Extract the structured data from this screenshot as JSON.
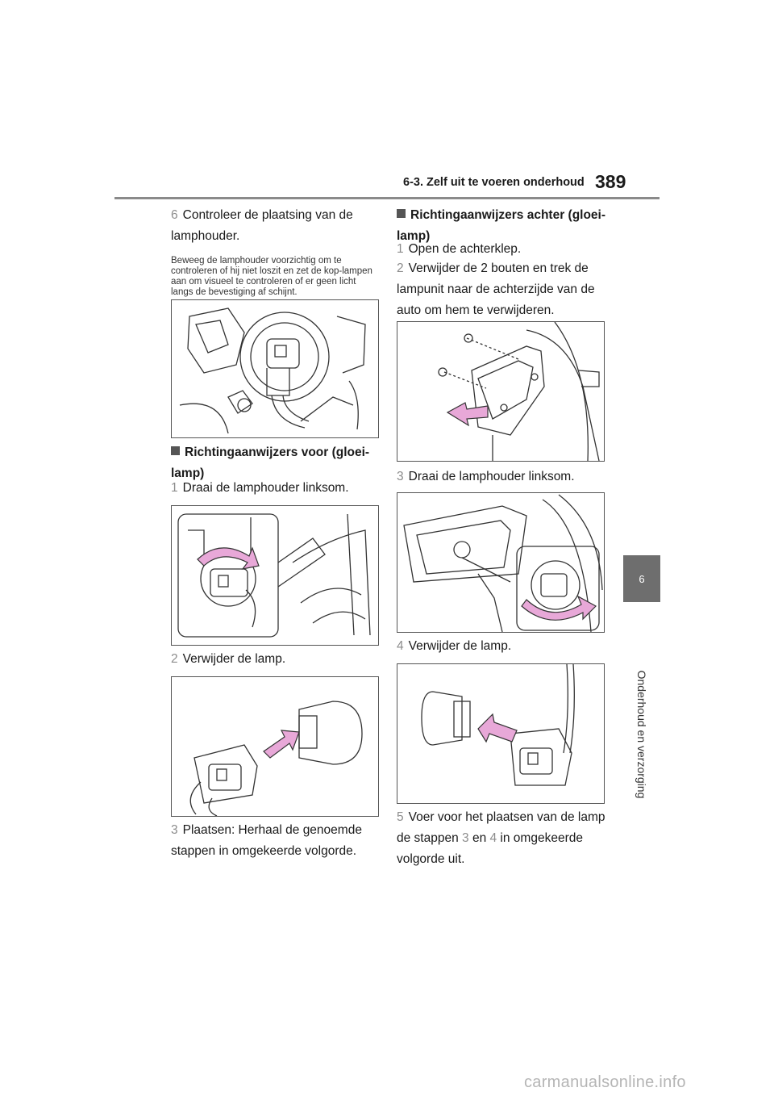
{
  "header": {
    "section_title": "6-3. Zelf uit te voeren onderhoud",
    "page_number": "389"
  },
  "side_tab": {
    "chapter": "6",
    "label": "Onderhoud en verzorging"
  },
  "left": {
    "step6": {
      "num": "6",
      "text": "Controleer de plaatsing van de lamphouder."
    },
    "note": "Beweeg de lamphouder voorzichtig om te controleren of hij niet loszit en zet de kop-lampen aan om visueel te controleren of er geen licht langs de bevestiging af schijnt.",
    "heading_front": "Richtingaanwijzers voor (gloei-lamp)",
    "step1": {
      "num": "1",
      "text": "Draai de lamphouder linksom."
    },
    "step2": {
      "num": "2",
      "text": "Verwijder de lamp."
    },
    "step3": {
      "num": "3",
      "text": "Plaatsen: Herhaal de genoemde stappen in omgekeerde volgorde."
    }
  },
  "right": {
    "heading_rear": "Richtingaanwijzers achter (gloei-lamp)",
    "step1": {
      "num": "1",
      "text": "Open de achterklep."
    },
    "step2": {
      "num": "2",
      "text": "Verwijder de 2 bouten en trek de lampunit naar de achterzijde van de auto om hem te verwijderen."
    },
    "step3": {
      "num": "3",
      "text": "Draai de lamphouder linksom."
    },
    "step4": {
      "num": "4",
      "text": "Verwijder de lamp."
    },
    "step5": {
      "num": "5",
      "text_before": "Voer voor het plaatsen van de lamp de stappen ",
      "ref_a": "3",
      "text_mid": " en ",
      "ref_b": "4",
      "text_after": " in omgekeerde volgorde uit."
    }
  },
  "watermark": "carmanualsonline.info",
  "colors": {
    "arrow_pink": "#e8a8d8",
    "tab_gray": "#6e6e6e",
    "step_number": "#8c8c8c"
  }
}
